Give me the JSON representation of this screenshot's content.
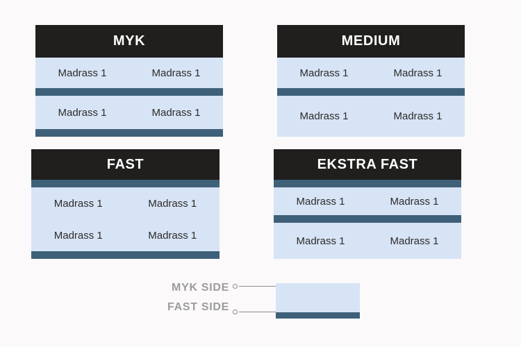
{
  "theme": {
    "background": "#fbf9fa",
    "header_bg": "#201f1e",
    "header_text": "#ffffff",
    "mattress_bg": "#d7e4f6",
    "divider": "#3e6078",
    "cell_text": "#2d2c2b",
    "legend_text": "#9c9c9c",
    "legend_line": "#8b8b8b"
  },
  "panels": [
    {
      "id": "myk",
      "title": "MYK",
      "top_divider": false,
      "middle_divider": true,
      "bottom_divider": true,
      "rows": [
        {
          "left": "Madrass 1",
          "right": "Madrass 1"
        },
        {
          "left": "Madrass 1",
          "right": "Madrass 1"
        }
      ]
    },
    {
      "id": "medium",
      "title": "MEDIUM",
      "top_divider": false,
      "middle_divider": true,
      "bottom_divider": false,
      "rows": [
        {
          "left": "Madrass 1",
          "right": "Madrass 1"
        },
        {
          "left": "Madrass 1",
          "right": "Madrass 1"
        }
      ]
    },
    {
      "id": "fast",
      "title": "FAST",
      "top_divider": true,
      "middle_divider": false,
      "bottom_divider": true,
      "rows": [
        {
          "left": "Madrass 1",
          "right": "Madrass 1"
        },
        {
          "left": "Madrass 1",
          "right": "Madrass 1"
        }
      ]
    },
    {
      "id": "ekstra-fast",
      "title": "EKSTRA FAST",
      "top_divider": true,
      "middle_divider": true,
      "bottom_divider": false,
      "rows": [
        {
          "left": "Madrass 1",
          "right": "Madrass 1"
        },
        {
          "left": "Madrass 1",
          "right": "Madrass 1"
        }
      ]
    }
  ],
  "legend": {
    "items": [
      {
        "label": "MYK SIDE",
        "swatch": "light"
      },
      {
        "label": "FAST SIDE",
        "swatch": "dark"
      }
    ]
  }
}
